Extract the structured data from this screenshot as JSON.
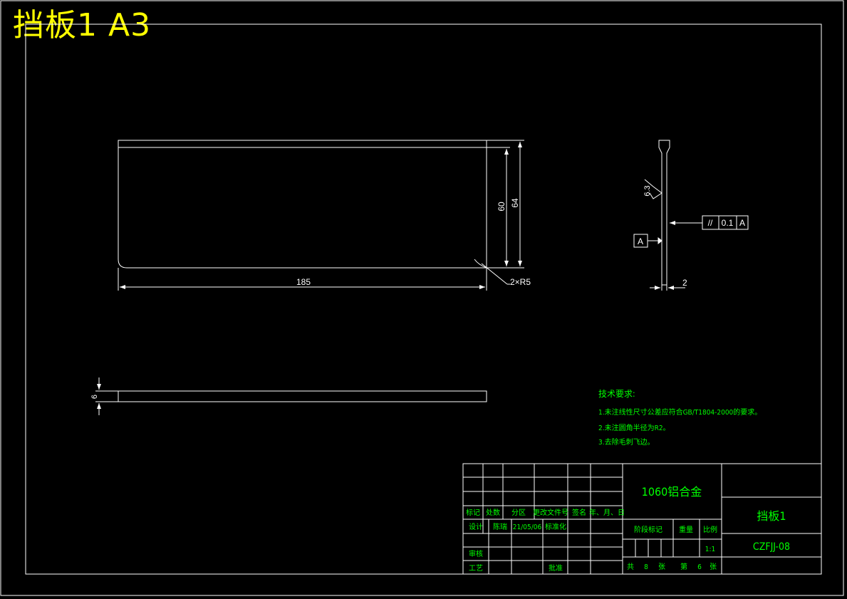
{
  "header": {
    "title": "挡板1  A3"
  },
  "views": {
    "front": {
      "dim_length": "185",
      "dim_inner_height": "60",
      "dim_outer_height": "64",
      "fillet_note": "2×R5"
    },
    "side": {
      "roughness": "6.3",
      "datum_label": "A",
      "tolerance_symbol": "//",
      "tolerance_value": "0.1",
      "tolerance_datum": "A",
      "dim_thickness": "2"
    },
    "bottom": {
      "dim_height": "6"
    }
  },
  "tech_requirements": {
    "heading": "技术要求:",
    "items": [
      "1.未注线性尺寸公差应符合GB/T1804-2000的要求。",
      "2.未注圆角半径为R2。",
      "3.去除毛刺飞边。"
    ]
  },
  "title_block": {
    "material": "1060铝合金",
    "part_name": "挡板1",
    "drawing_no": "CZFJJ-08",
    "header_row": [
      "标记",
      "处数",
      "分区",
      "更改文件号",
      "签名",
      "年、月、日"
    ],
    "design_label": "设计",
    "designer": "陈瑞",
    "design_date": "21/05/06",
    "standardize_label": "标准化",
    "review_label": "审核",
    "process_label": "工艺",
    "approve_label": "批准",
    "stage_label": "阶段标记",
    "weight_label": "重量",
    "scale_label": "比例",
    "scale_value": "1:1",
    "sheets_total_label": "共",
    "sheets_total": "8",
    "sheets_unit": "张",
    "sheet_no_label": "第",
    "sheet_no": "6",
    "sheet_no_unit": "张"
  }
}
